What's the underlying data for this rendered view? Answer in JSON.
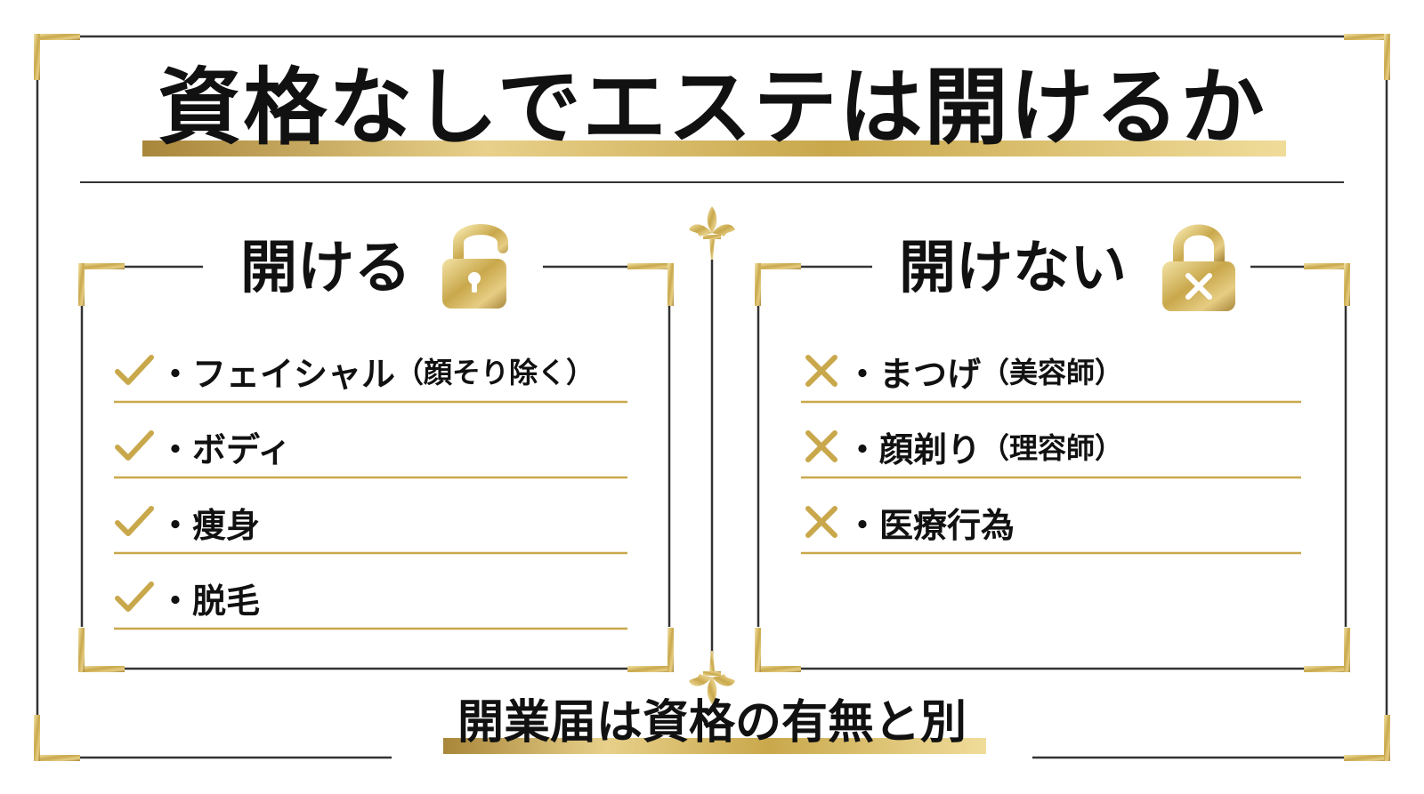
{
  "title": "資格なしでエステは開けるか",
  "left_panel": {
    "heading": "開ける",
    "icon": "unlocked-padlock-icon",
    "items": [
      {
        "label": "・フェイシャル",
        "note": "（顔そり除く）"
      },
      {
        "label": "・ボディ",
        "note": ""
      },
      {
        "label": "・痩身",
        "note": ""
      },
      {
        "label": "・脱毛",
        "note": ""
      }
    ]
  },
  "right_panel": {
    "heading": "開けない",
    "icon": "locked-padlock-x-icon",
    "items": [
      {
        "label": "・まつげ",
        "note": "（美容師）"
      },
      {
        "label": "・顔剃り",
        "note": "（理容師）"
      },
      {
        "label": "・医療行為",
        "note": ""
      }
    ]
  },
  "footer": "開業届は資格の有無と別",
  "colors": {
    "gold": "#c9a84c",
    "gold_light": "#f0dc9a",
    "gold_dark": "#a8863a",
    "frame_gray": "#333333",
    "text": "#111111"
  }
}
